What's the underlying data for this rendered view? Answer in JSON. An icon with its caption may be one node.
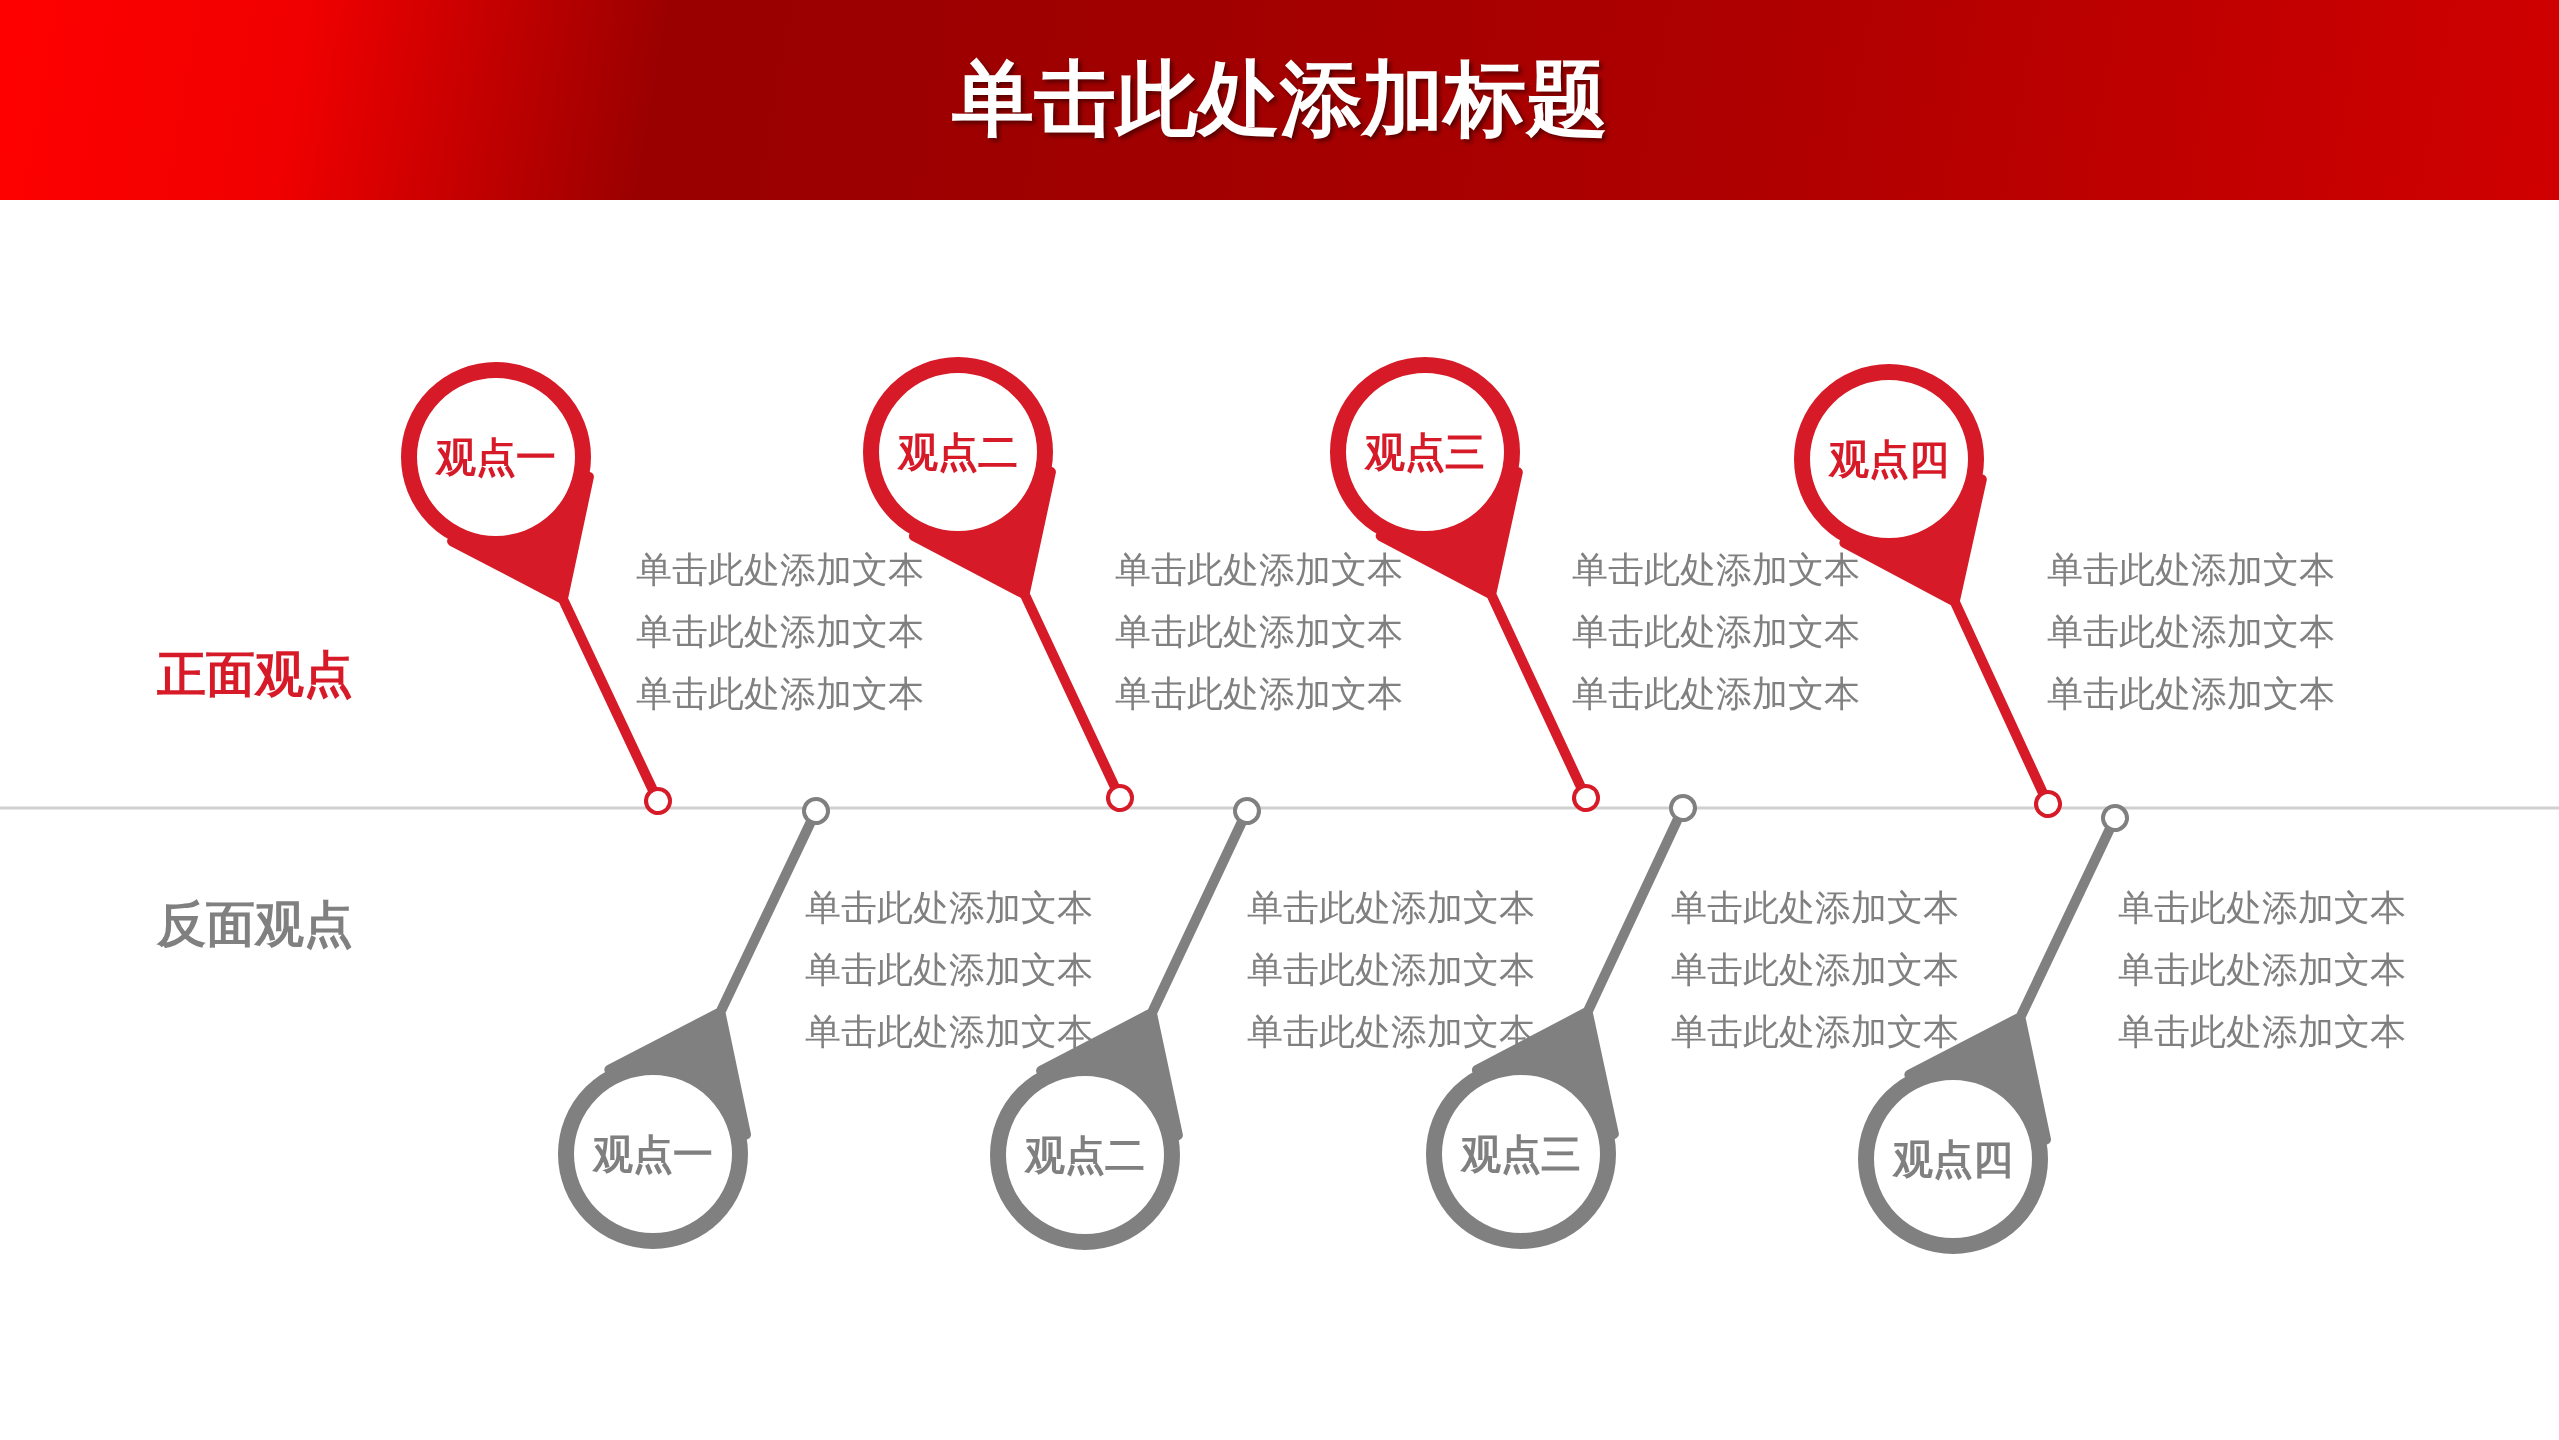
{
  "diagram": {
    "title": "单击此处添加标题",
    "nodes": [
      {
        "text": [
          "观点一"
        ]
      },
      {
        "text": [
          "观点二"
        ]
      },
      {
        "text": [
          "观点三"
        ]
      },
      {
        "text": [
          "观点四"
        ]
      },
      {
        "text": [
          "观点一"
        ]
      },
      {
        "text": [
          "观点二"
        ]
      },
      {
        "text": [
          "观点三"
        ]
      },
      {
        "text": [
          "观点四"
        ]
      }
    ],
    "edges": [
      {
        "from": 0,
        "to": null,
        "arrow": "other"
      },
      {
        "from": 1,
        "to": null,
        "arrow": "other"
      },
      {
        "from": 2,
        "to": null,
        "arrow": "other"
      },
      {
        "from": 3,
        "to": null,
        "arrow": "other"
      },
      {
        "from": 4,
        "to": null,
        "arrow": "other",
        "color": "#808080"
      },
      {
        "from": 5,
        "to": null,
        "arrow": "other",
        "color": "#808080"
      },
      {
        "from": 6,
        "to": null,
        "arrow": "other",
        "color": "#808080"
      },
      {
        "from": 7,
        "to": null,
        "arrow": "other",
        "color": "#808080"
      }
    ],
    "labels": [
      "正面观点",
      "单击此处添加文本",
      "单击此处添加文本",
      "单击此处添加文本",
      "单击此处添加文本",
      "单击此处添加文本",
      "单击此处添加文本",
      "单击此处添加文本",
      "单击此处添加文本",
      "单击此处添加文本",
      "单击此处添加文本",
      "单击此处添加文本",
      "单击此处添加文本",
      "反面观点",
      "单击此处添加文本",
      "单击此处添加文本",
      "单击此处添加文本",
      "单击此处添加文本",
      "单击此处添加文本",
      "单击此处添加文本",
      "单击此处添加文本",
      "单击此处添加文本",
      "单击此处添加文本",
      "单击此处添加文本",
      "单击此处添加文本",
      "单击此处添加文本"
    ]
  }
}
